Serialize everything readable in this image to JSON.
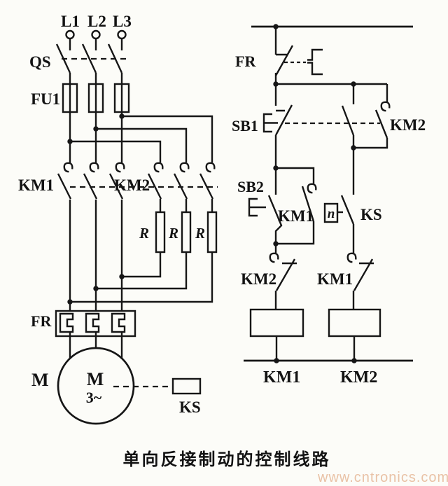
{
  "caption": "单向反接制动的控制线路",
  "watermark": "www.cntronics.com",
  "colors": {
    "line": "#161616",
    "watermark": "#e9c2a6",
    "background": "#fcfcf8"
  },
  "power_circuit": {
    "phases": [
      "L1",
      "L2",
      "L3"
    ],
    "disconnect_switch": "QS",
    "fuse_group": "FU1",
    "run_contactor": "KM1",
    "brake_contactor": "KM2",
    "resistors": [
      "R",
      "R",
      "R"
    ],
    "thermal_overload": "FR",
    "motor_label": "M",
    "motor_symbol": "M",
    "motor_type": "3~",
    "speed_relay": "KS"
  },
  "control_circuit": {
    "thermal_contact": "FR",
    "stop_button": "SB1",
    "brake_seal_in": "KM2",
    "start_button": "SB2",
    "run_seal_in": "KM1",
    "speed_symbol": "n",
    "speed_contact": "KS",
    "brake_interlock": "KM2",
    "run_interlock": "KM1",
    "run_coil": "KM1",
    "brake_coil": "KM2"
  }
}
